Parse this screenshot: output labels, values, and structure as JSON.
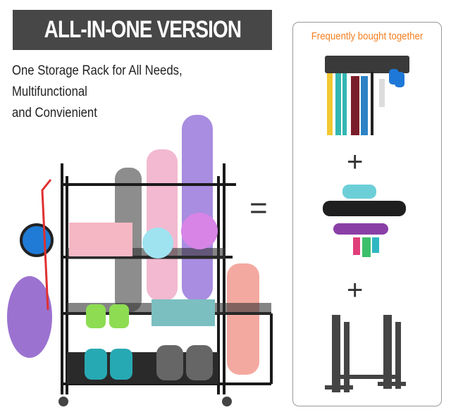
{
  "banner": {
    "title": "ALL-IN-ONE VERSION",
    "background": "#474747"
  },
  "subtitle": {
    "line1": "One Storage Rack for All Needs, Multifunctional",
    "line2": "and Convienient"
  },
  "equals_symbol": "=",
  "frequently_bought": {
    "title": "Frequently bought together",
    "title_color": "#f47f20",
    "plus_symbol": "+",
    "items": [
      {
        "icon": "wall-mount-band-rack-icon"
      },
      {
        "icon": "foam-roller-wall-rack-icon"
      },
      {
        "icon": "dumbbell-stand-icon"
      }
    ]
  },
  "product": {
    "icon": "yoga-storage-rack-icon"
  }
}
